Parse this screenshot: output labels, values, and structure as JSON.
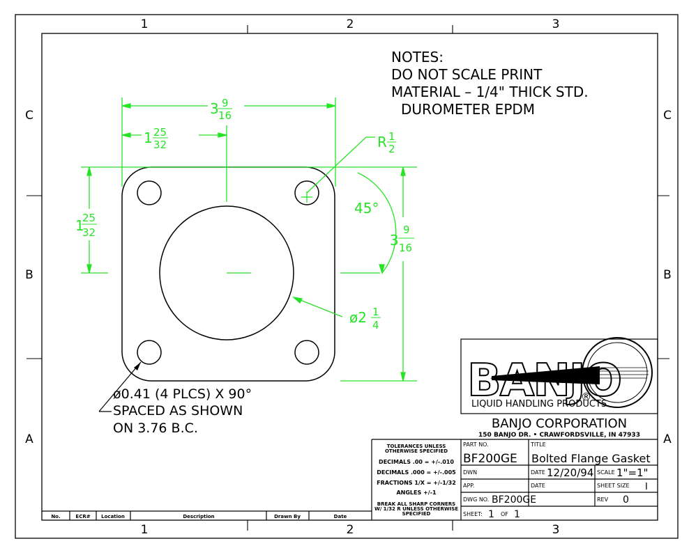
{
  "zone_columns": [
    "1",
    "2",
    "3"
  ],
  "zone_rows": [
    "C",
    "B",
    "A"
  ],
  "notes": {
    "heading": "NOTES:",
    "line1": "DO NOT SCALE PRINT",
    "line2": "MATERIAL  – 1/4\" THICK STD.",
    "line3": "DUROMETER EPDM"
  },
  "dimensions": {
    "overall_width": {
      "whole": "3",
      "num": "9",
      "den": "16"
    },
    "hole_offset_x": {
      "whole": "1",
      "num": "25",
      "den": "32"
    },
    "corner_radius": {
      "prefix": "R",
      "num": "1",
      "den": "2"
    },
    "angle": "45°",
    "hole_offset_y": {
      "whole": "1",
      "num": "25",
      "den": "32"
    },
    "overall_height": {
      "whole": "3",
      "num": "9",
      "den": "16"
    },
    "bore_diameter": {
      "prefix": "ø2",
      "num": "1",
      "den": "4"
    }
  },
  "hole_callout": {
    "line1": "ø0.41 (4 PLCS) X 90°",
    "line2": "SPACED AS SHOWN",
    "line3": "ON 3.76 B.C."
  },
  "logo": {
    "word": "BANJO",
    "registered": "®",
    "tagline": "LIQUID HANDLING PRODUCTS"
  },
  "company": {
    "name": "BANJO CORPORATION",
    "address": "150 BANJO DR. • CRAWFORDSVILLE, IN 47933"
  },
  "tolerances": {
    "line1": "TOLERANCES UNLESS",
    "line2": "OTHERWISE SPECIFIED",
    "line3": "DECIMALS .00 = +/-.010",
    "line4": "DECIMALS .000 = +/-.005",
    "line5": "FRACTIONS 1/X = +/-1/32",
    "line6": "ANGLES +/-1",
    "line7": "BREAK ALL SHARP CORNERS",
    "line8": "W/ 1/32 R UNLESS OTHERWISE",
    "line9": "SPECIFIED"
  },
  "title_block": {
    "part_no_label": "PART NO.",
    "part_no": "BF200GE",
    "title_label": "TITLE",
    "title": "Bolted Flange Gasket",
    "dwn_label": "DWN",
    "date_label": "DATE",
    "date": "12/20/94",
    "scale_label": "SCALE",
    "scale": "1\"=1\"",
    "app_label": "APP.",
    "date2_label": "DATE",
    "sheet_size_label": "SHEET SIZE",
    "sheet_size": "I",
    "dwg_no_label": "DWG NO.",
    "dwg_no": "BF200GE",
    "rev_label": "REV",
    "rev": "0",
    "sheet_label": "SHEET:",
    "sheet": "1",
    "of_label": "OF",
    "of": "1"
  },
  "revision_headers": [
    "No.",
    "ECR#",
    "Location",
    "Description",
    "Drawn By",
    "Date"
  ],
  "colors": {
    "line": "#000000",
    "dimension": "#27e327"
  }
}
